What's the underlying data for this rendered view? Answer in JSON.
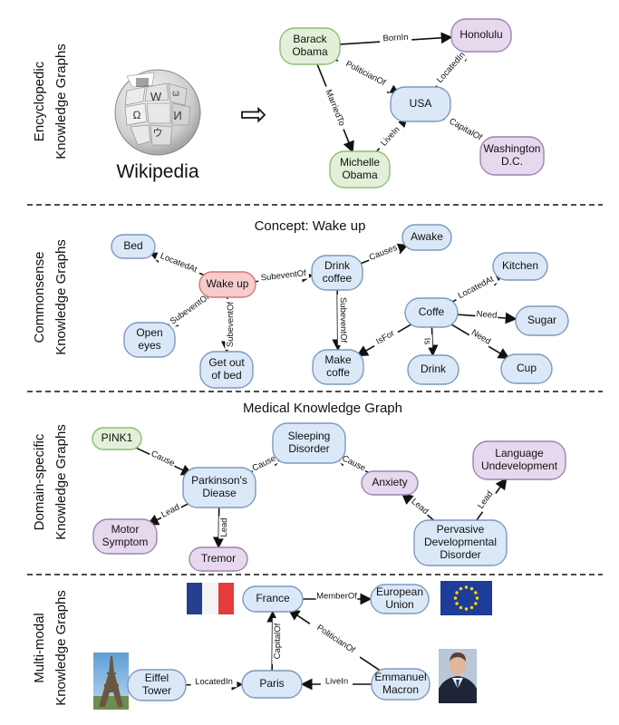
{
  "colors": {
    "blue_fill": "#dbe8f7",
    "blue_stroke": "#7d98bd",
    "green_fill": "#e2f0d9",
    "green_stroke": "#8fbc74",
    "purple_fill": "#e6d9ee",
    "purple_stroke": "#9a83b0",
    "red_fill": "#f6cccc",
    "red_stroke": "#d47777"
  },
  "sections": {
    "encyclopedic": {
      "label_line1": "Encyclopedic",
      "label_line2": "Knowledge Graphs",
      "logo_caption": "Wikipedia"
    },
    "commonsense": {
      "label_line1": "Commonsense",
      "label_line2": "Knowledge Graphs",
      "title": "Concept: Wake up"
    },
    "domain": {
      "label_line1": "Domain-specific",
      "label_line2": "Knowledge Graphs",
      "title": "Medical Knowledge Graph"
    },
    "multimodal": {
      "label_line1": "Multi-modal",
      "label_line2": "Knowledge Graphs"
    }
  },
  "nodes": {
    "obama": [
      "Barack",
      "Obama"
    ],
    "honolulu": [
      "Honolulu"
    ],
    "usa": [
      "USA"
    ],
    "michelle": [
      "Michelle",
      "Obama"
    ],
    "washington": [
      "Washington",
      "D.C."
    ],
    "bed": [
      "Bed"
    ],
    "wakeup": [
      "Wake up"
    ],
    "drink_coffee": [
      "Drink",
      "coffee"
    ],
    "awake": [
      "Awake"
    ],
    "kitchen": [
      "Kitchen"
    ],
    "open_eyes": [
      "Open",
      "eyes"
    ],
    "get_out": [
      "Get out",
      "of bed"
    ],
    "make_coffee": [
      "Make",
      "coffe"
    ],
    "coffe": [
      "Coffe"
    ],
    "sugar": [
      "Sugar"
    ],
    "drink": [
      "Drink"
    ],
    "cup": [
      "Cup"
    ],
    "pink1": [
      "PINK1"
    ],
    "parkinsons": [
      "Parkinson's",
      "Diease"
    ],
    "sleeping": [
      "Sleeping",
      "Disorder"
    ],
    "anxiety": [
      "Anxiety"
    ],
    "language": [
      "Language",
      "Undevelopment"
    ],
    "motor": [
      "Motor",
      "Symptom"
    ],
    "tremor": [
      "Tremor"
    ],
    "pervasive": [
      "Pervasive",
      "Developmental",
      "Disorder"
    ],
    "france": [
      "France"
    ],
    "eu": [
      "European",
      "Union"
    ],
    "eiffel": [
      "Eiffel",
      "Tower"
    ],
    "paris": [
      "Paris"
    ],
    "macron": [
      "Emmanuel",
      "Macron"
    ]
  },
  "edges": {
    "bornin": "BornIn",
    "politicianof": "PoliticianOf",
    "locatedin_hon": "LocatedIn",
    "marriedto": "MarriedTo",
    "livein_mich": "LiveIn",
    "capitalof_wash": "CapitalOf",
    "locatedat_bed": "LocatedAt",
    "subeventof_drink": "SubeventOf",
    "causes": "Causes",
    "subeventof_open": "SubeventOf",
    "subeventof_getout": "SubeventOf",
    "subeventof_make": "SubeventOf",
    "locatedat_kitchen": "LocatedAt",
    "isfor": "IsFor",
    "need_sugar": "Need",
    "is": "Is",
    "need_cup": "Need",
    "cause_pink": "Cause",
    "cause_sleep": "Cause",
    "cause_anx": "Cause",
    "lead_motor": "Lead",
    "lead_tremor": "Lead",
    "lead_anx": "Lead",
    "lead_lang": "Lead",
    "memberof": "MemberOf",
    "capitalof_paris": "CapitalOf",
    "politicianof_mac": "PoliticianOf",
    "locatedin_eif": "LocatedIn",
    "livein_mac": "LiveIn"
  },
  "images": {
    "wikipedia_logo": "wikipedia-globe-logo",
    "french_flag": "french-flag",
    "eu_flag": "european-union-flag",
    "eiffel_photo": "eiffel-tower-photo",
    "macron_photo": "macron-portrait-photo"
  },
  "arrow_symbol": "⇨"
}
